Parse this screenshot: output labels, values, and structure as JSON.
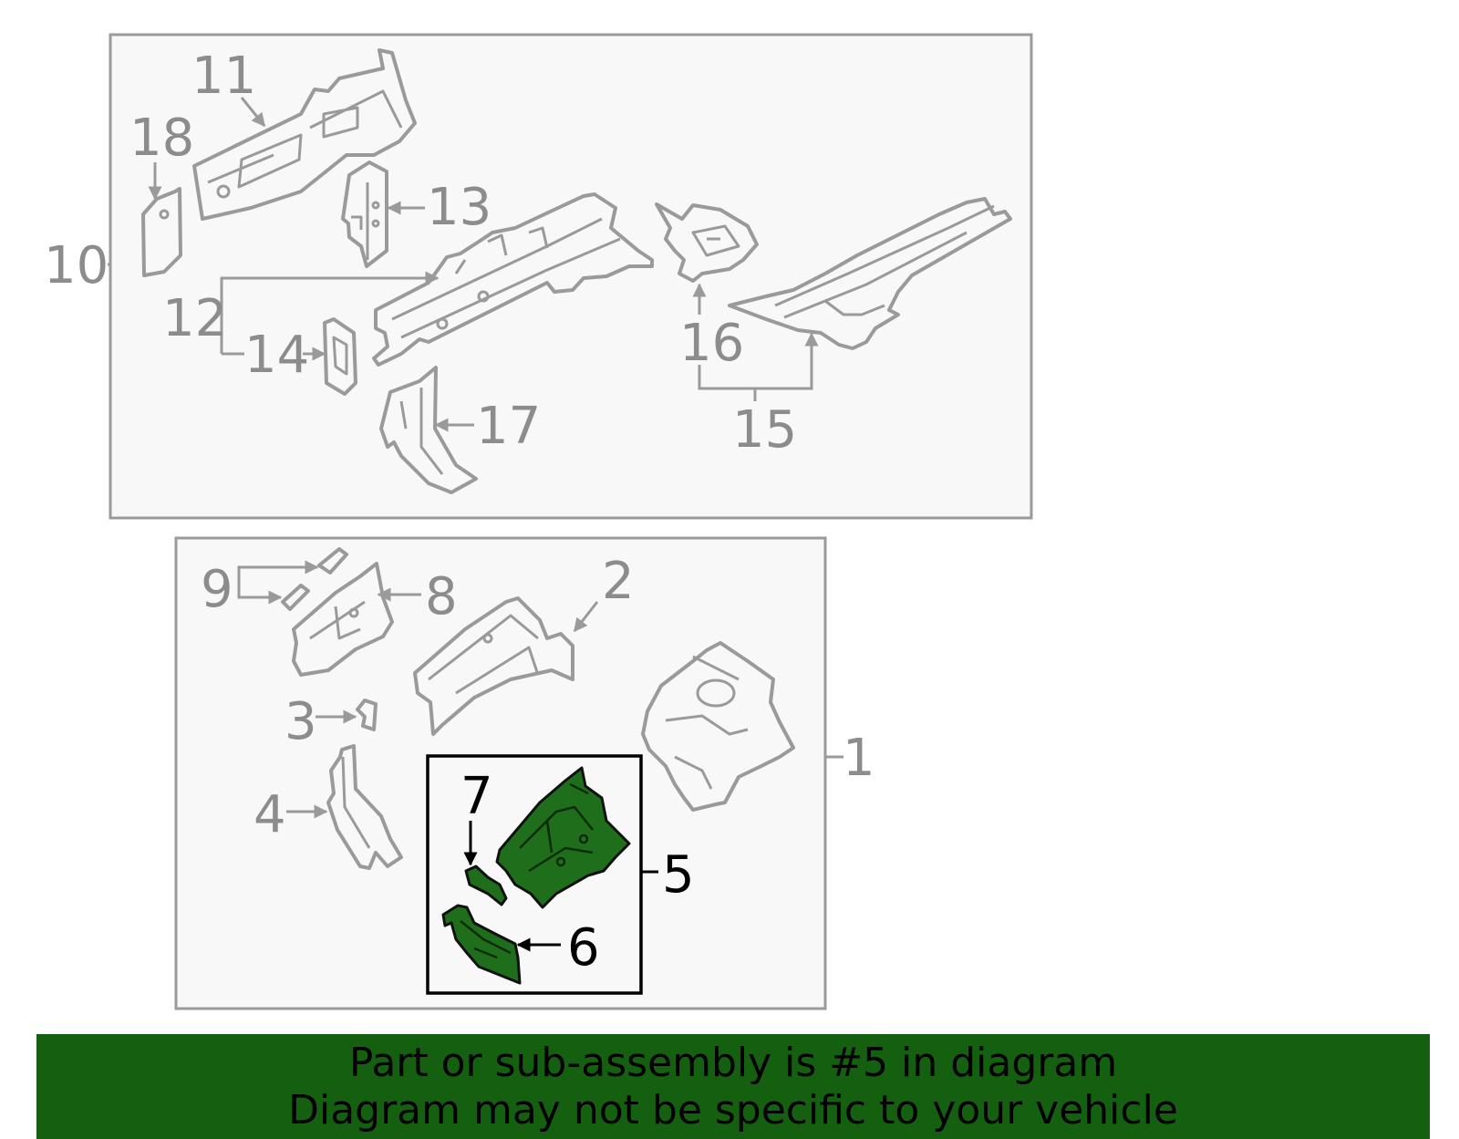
{
  "diagram": {
    "callouts": {
      "c1": "1",
      "c2": "2",
      "c3": "3",
      "c4": "4",
      "c5": "5",
      "c6": "6",
      "c7": "7",
      "c8": "8",
      "c9": "9",
      "c10": "10",
      "c11": "11",
      "c12": "12",
      "c13": "13",
      "c14": "14",
      "c15": "15",
      "c16": "16",
      "c17": "17",
      "c18": "18"
    },
    "highlighted_part": "5",
    "colors": {
      "highlight_fill": "#1f6e1c",
      "outline": "#9a9a9a",
      "box_background": "#f8f8f8",
      "banner_background": "#156010"
    }
  },
  "banner": {
    "line1": "Part or sub-assembly is #5 in diagram",
    "line2": "Diagram may not be specific to your vehicle"
  }
}
